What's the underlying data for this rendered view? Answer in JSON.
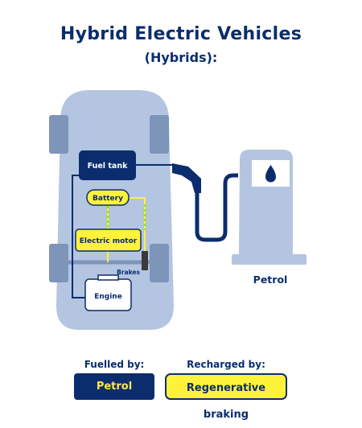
{
  "header": {
    "title": "Hybrid Electric Vehicles",
    "subtitle": "(Hybrids):"
  },
  "diagram": {
    "fuel_tank_label": "Fuel tank",
    "battery_label": "Battery",
    "motor_label": "Electric motor",
    "brakes_label": "Brakes",
    "engine_label": "Engine",
    "pump_label": "Petrol"
  },
  "legend": {
    "fuelled_caption": "Fuelled by:",
    "fuelled_value": "Petrol",
    "recharged_caption": "Recharged by:",
    "recharged_value": "Regenerative braking"
  },
  "colors": {
    "navy": "#0b2d6e",
    "car_body": "#b4c5e1",
    "yellow": "#fff23b",
    "green_dash": "#9ee03a"
  }
}
